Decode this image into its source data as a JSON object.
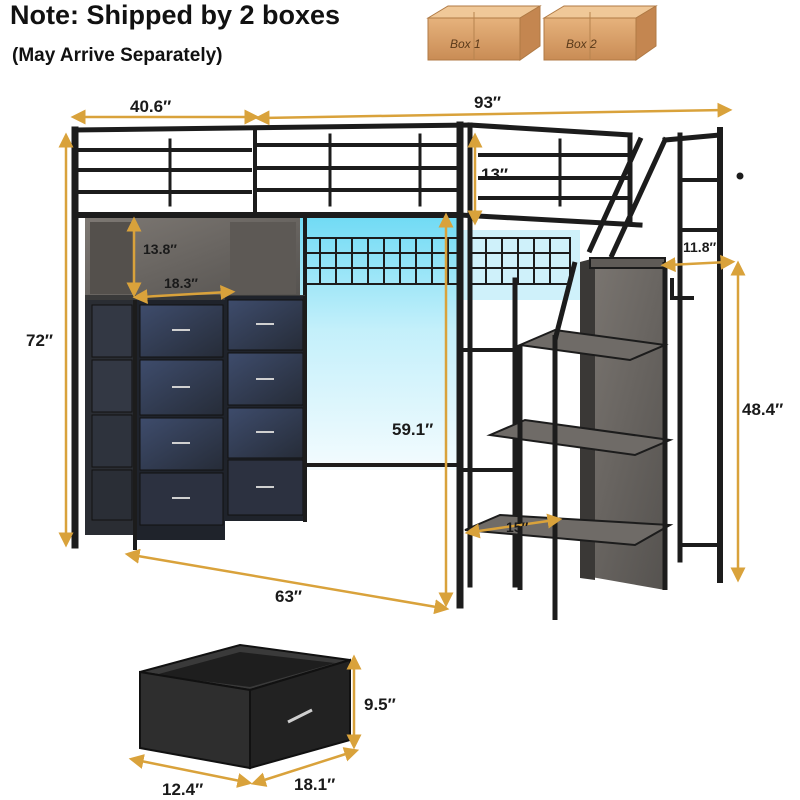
{
  "note": {
    "title": "Note: Shipped by 2 boxes",
    "subtitle": "(May Arrive Separately)"
  },
  "boxes": [
    {
      "label": "Box 1"
    },
    {
      "label": "Box 2"
    }
  ],
  "dimensions": {
    "desk_width": "40.6″",
    "total_length": "93″",
    "guardrail_height": "13″",
    "cubby_height": "13.8″",
    "cubby_width": "18.3″",
    "total_height": "72″",
    "under_bed_clearance": "59.1″",
    "stair_width": "11.8″",
    "stair_height": "48.4″",
    "step_depth": "15″",
    "bed_width": "63″",
    "drawer_height": "9.5″",
    "drawer_width": "12.4″",
    "drawer_depth": "18.1″"
  },
  "colors": {
    "dimension_line": "#d9a23b",
    "frame": "#1c1c1c",
    "drawer_fabric": "#3a4660",
    "wood": "#6d6a66",
    "led_glow": "#8fe0f5",
    "box_cardboard": "#d8a06a"
  }
}
